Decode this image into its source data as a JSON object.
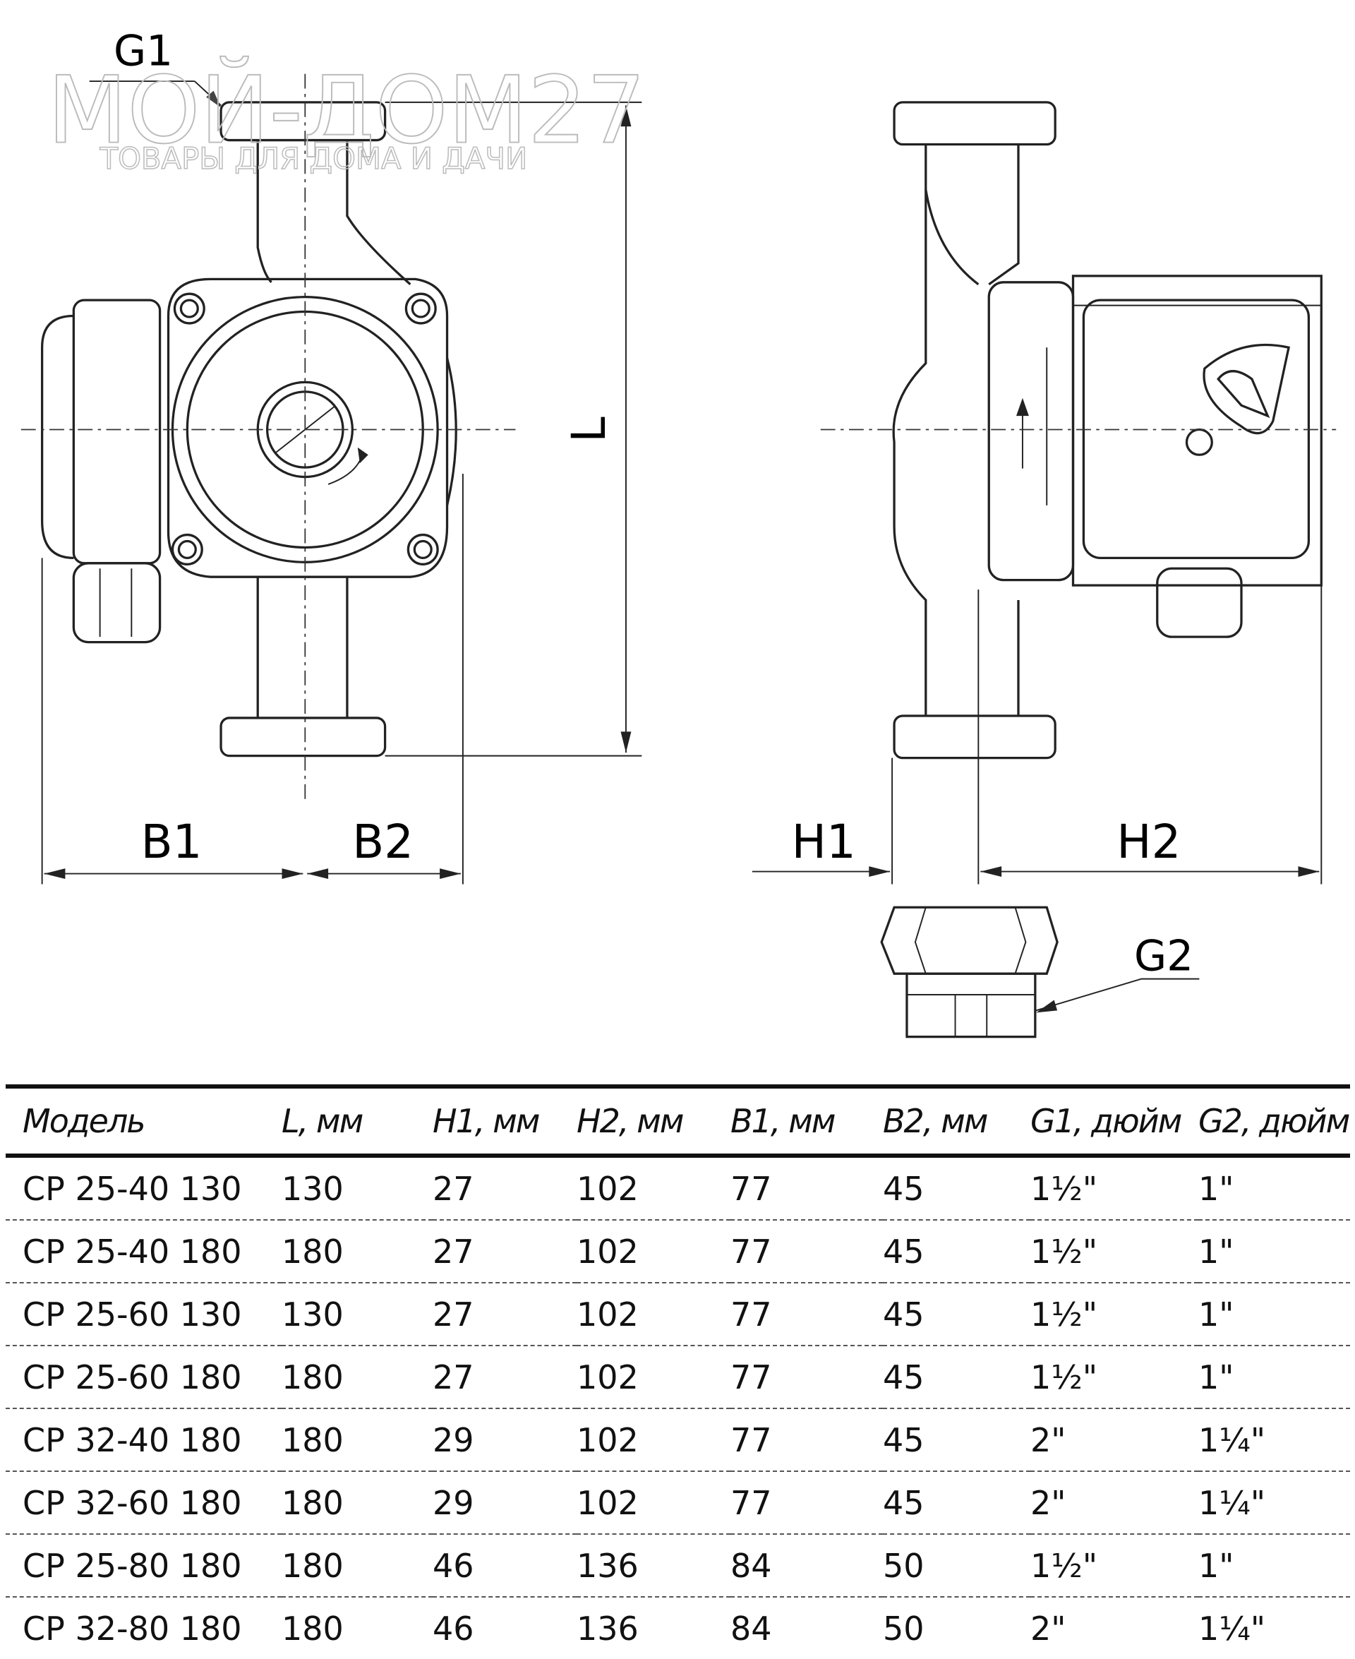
{
  "watermark": {
    "brand": "МОЙ-ДОМ27",
    "tagline": "ТОВАРЫ ДЛЯ ДОМА И ДАЧИ"
  },
  "labels": {
    "g1": "G1",
    "g2": "G2",
    "l": "L",
    "b1": "B1",
    "b2": "B2",
    "h1": "H1",
    "h2": "H2"
  },
  "table": {
    "headers": [
      "Модель",
      "L, мм",
      "H1, мм",
      "H2, мм",
      "B1, мм",
      "B2, мм",
      "G1, дюйм",
      "G2, дюйм"
    ],
    "rows": [
      [
        "CP 25-40 130",
        "130",
        "27",
        "102",
        "77",
        "45",
        "1½\"",
        "1\""
      ],
      [
        "CP 25-40 180",
        "180",
        "27",
        "102",
        "77",
        "45",
        "1½\"",
        "1\""
      ],
      [
        "CP 25-60 130",
        "130",
        "27",
        "102",
        "77",
        "45",
        "1½\"",
        "1\""
      ],
      [
        "CP 25-60 180",
        "180",
        "27",
        "102",
        "77",
        "45",
        "1½\"",
        "1\""
      ],
      [
        "CP 32-40 180",
        "180",
        "29",
        "102",
        "77",
        "45",
        "2\"",
        "1¼\""
      ],
      [
        "CP 32-60 180",
        "180",
        "29",
        "102",
        "77",
        "45",
        "2\"",
        "1¼\""
      ],
      [
        "CP 25-80 180",
        "180",
        "46",
        "136",
        "84",
        "50",
        "1½\"",
        "1\""
      ],
      [
        "CP 32-80 180",
        "180",
        "46",
        "136",
        "84",
        "50",
        "2\"",
        "1¼\""
      ]
    ]
  }
}
